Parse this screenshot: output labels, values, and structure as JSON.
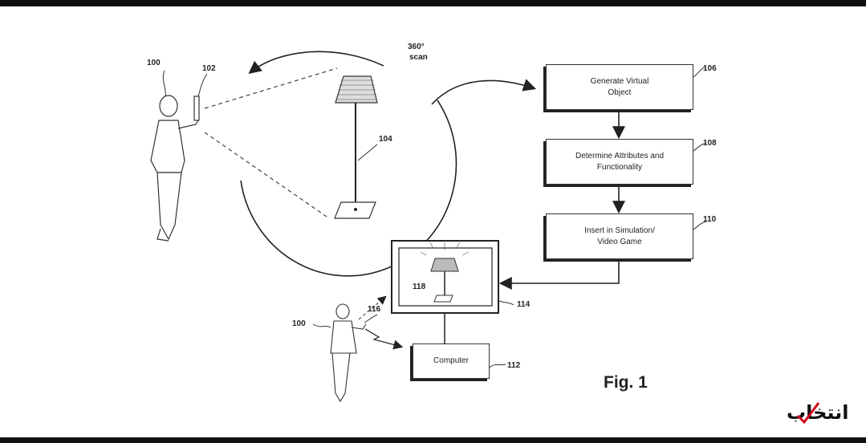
{
  "diagram": {
    "scan_label_line1": "360°",
    "scan_label_line2": "scan",
    "figure_label": "Fig. 1",
    "boxes": {
      "generate": {
        "line1": "Generate Virtual",
        "line2": "Object",
        "ref": "106"
      },
      "attributes": {
        "line1": "Determine Attributes and",
        "line2": "Functionality",
        "ref": "108"
      },
      "insert": {
        "line1": "Insert in Simulation/",
        "line2": "Video Game",
        "ref": "110"
      },
      "computer": {
        "label": "Computer",
        "ref": "112"
      }
    },
    "refs": {
      "user_top": "100",
      "device_top": "102",
      "lamp": "104",
      "tv": "114",
      "controller": "116",
      "virtual_lamp": "118",
      "user_bottom": "100"
    }
  },
  "watermark": {
    "text": "انتخاب",
    "accent_color": "#d0021b"
  }
}
